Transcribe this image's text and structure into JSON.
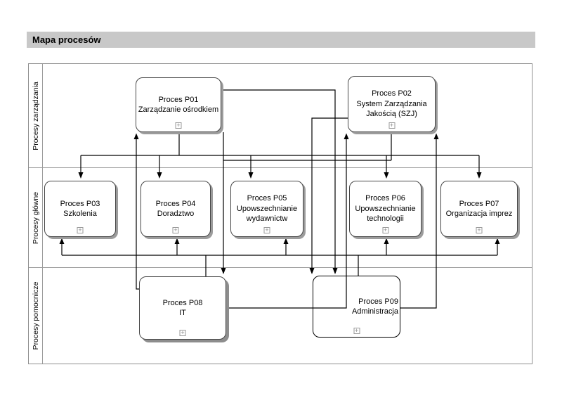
{
  "title": "Mapa procesów",
  "lanes": [
    {
      "label": "Procesy zarządzania"
    },
    {
      "label": "Procesy główne"
    },
    {
      "label": "Procesy pomocnicze"
    }
  ],
  "processes": {
    "p01": {
      "line1": "Proces P01",
      "line2": "Zarządzanie ośrodkiem"
    },
    "p02": {
      "line1": "Proces P02",
      "line2": "System Zarządzania",
      "line3": "Jakością (SZJ)"
    },
    "p03": {
      "line1": "Proces P03",
      "line2": "Szkolenia"
    },
    "p04": {
      "line1": "Proces P04",
      "line2": "Doradztwo"
    },
    "p05": {
      "line1": "Proces P05",
      "line2": "Upowszechnianie",
      "line3": "wydawnictw"
    },
    "p06": {
      "line1": "Proces P06",
      "line2": "Upowszechnianie",
      "line3": "technologii"
    },
    "p07": {
      "line1": "Proces P07",
      "line2": "Organizacja imprez"
    },
    "p08": {
      "line1": "Proces P08",
      "line2": "IT"
    },
    "p09": {
      "line1": "Proces P09",
      "line2": "Administracja"
    }
  },
  "expand_icon": "+",
  "colors": {
    "title_bar_bg": "#c8c8c8",
    "frame_border": "#8f8f8f",
    "lane_border": "#9d9d9d",
    "box_border": "#474747",
    "box_shadow": "#9c9c9c",
    "connector": "#000000"
  }
}
